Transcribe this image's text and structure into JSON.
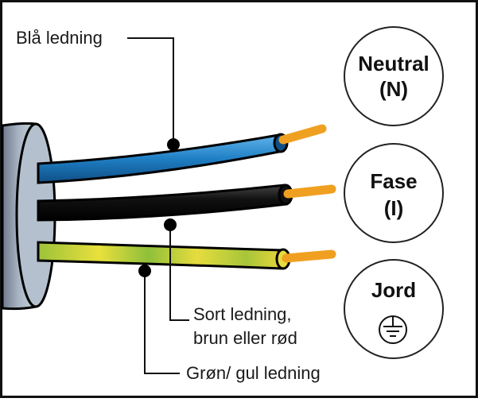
{
  "labels": {
    "blue_wire": "Blå ledning",
    "black_wire_line1": "Sort ledning,",
    "black_wire_line2": "brun eller rød",
    "green_wire": "Grøn/ gul ledning"
  },
  "terminals": {
    "neutral": {
      "name": "Neutral",
      "code": "(N)"
    },
    "phase": {
      "name": "Fase",
      "code": "(I)"
    },
    "earth": {
      "name": "Jord",
      "icon": "ground-symbol-icon"
    }
  },
  "colors": {
    "blue_wire": "#1f7fc4",
    "black_wire": "#111111",
    "green_wire": "#a8c43a",
    "yellow_stripe": "#e8d43a",
    "copper": "#f0a020",
    "cable_sheath": "#9aa8b8",
    "outline": "#000000"
  }
}
